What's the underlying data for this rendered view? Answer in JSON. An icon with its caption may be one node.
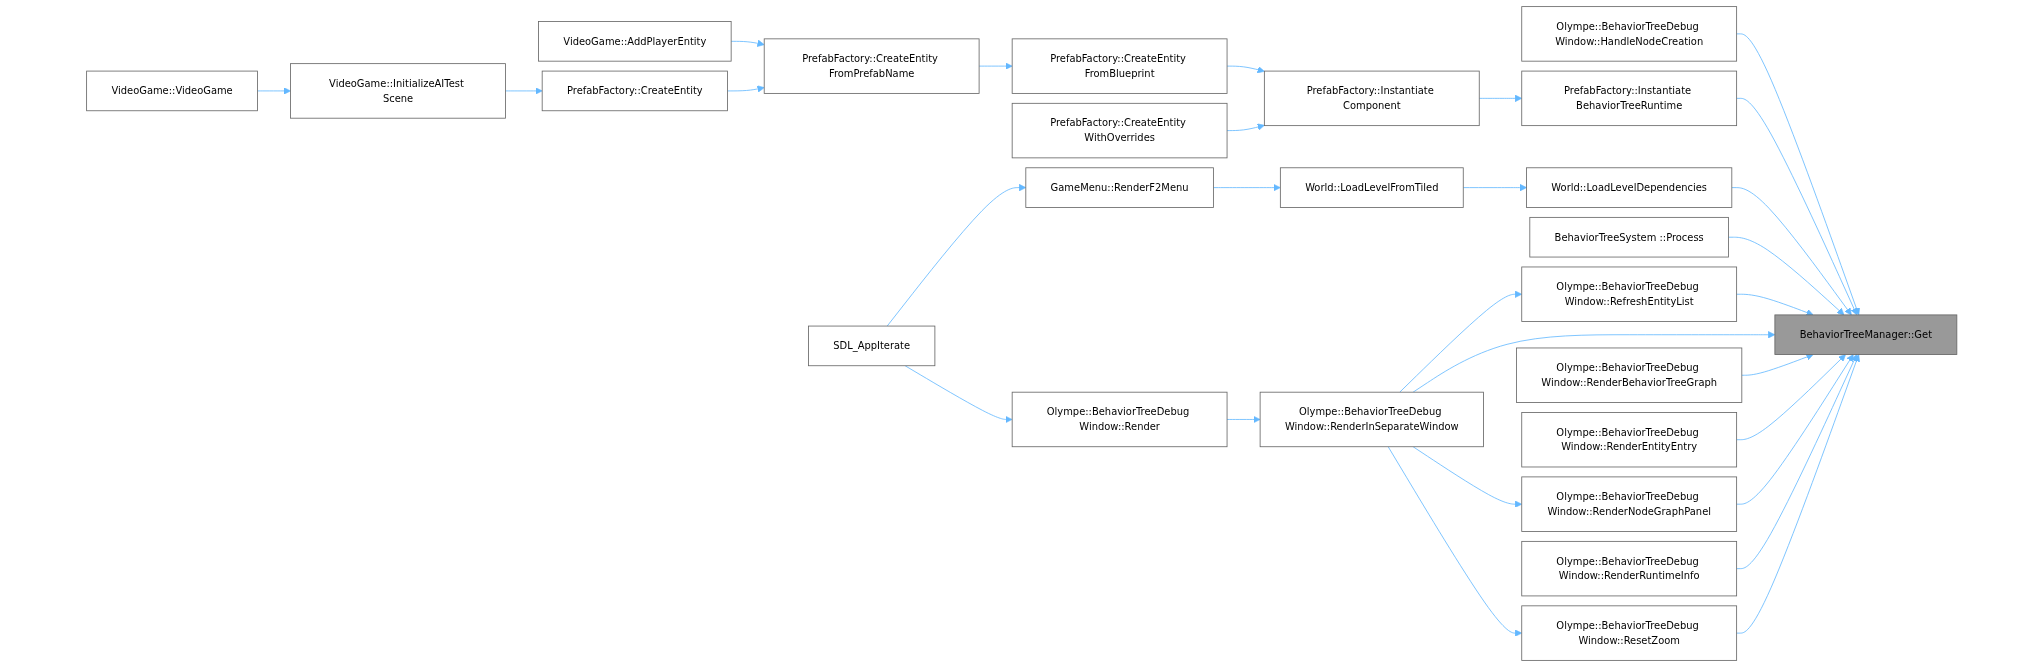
{
  "diagram": {
    "nodes": [
      {
        "text": [
          "BehaviorTreeManager::Get"
        ]
      },
      {
        "text": [
          "Olympe::BehaviorTreeDebug Window::HandleNodeCreation"
        ]
      },
      {
        "text": [
          "PrefabFactory::Instantiate BehaviorTreeRuntime"
        ]
      },
      {
        "text": [
          "World::LoadLevelDependencies"
        ]
      },
      {
        "text": [
          "BehaviorTreeSystem ::Process"
        ]
      },
      {
        "text": [
          "Olympe::BehaviorTreeDebug Window::RefreshEntityList"
        ]
      },
      {
        "text": [
          "Olympe::BehaviorTreeDebug Window::RenderInSeparateWindow"
        ]
      },
      {
        "text": [
          "Olympe::BehaviorTreeDebug Window::RenderBehaviorTreeGraph"
        ]
      },
      {
        "text": [
          "Olympe::BehaviorTreeDebug Window::RenderEntityEntry"
        ]
      },
      {
        "text": [
          "Olympe::BehaviorTreeDebug Window::RenderNodeGraphPanel"
        ]
      },
      {
        "text": [
          "Olympe::BehaviorTreeDebug Window::RenderRuntimeInfo"
        ]
      },
      {
        "text": [
          "Olympe::BehaviorTreeDebug Window::ResetZoom"
        ]
      },
      {
        "text": [
          "PrefabFactory::Instantiate Component"
        ]
      },
      {
        "text": [
          "World::LoadLevelFromTiled"
        ]
      },
      {
        "text": [
          "PrefabFactory::CreateEntity FromBlueprint"
        ]
      },
      {
        "text": [
          "PrefabFactory::CreateEntity WithOverrides"
        ]
      },
      {
        "text": [
          "GameMenu::RenderF2Menu"
        ]
      },
      {
        "text": [
          "Olympe::BehaviorTreeDebug Window::Render"
        ]
      },
      {
        "text": [
          "PrefabFactory::CreateEntity FromPrefabName"
        ]
      },
      {
        "text": [
          "SDL_AppIterate"
        ]
      },
      {
        "text": [
          "VideoGame::AddPlayerEntity"
        ]
      },
      {
        "text": [
          "PrefabFactory::CreateEntity"
        ]
      },
      {
        "text": [
          "VideoGame::InitializeAITest Scene"
        ]
      },
      {
        "text": [
          "VideoGame::VideoGame"
        ]
      }
    ],
    "edges": [
      {
        "from": 23,
        "to": 22,
        "arrow": "to"
      },
      {
        "from": 22,
        "to": 21,
        "arrow": "to"
      },
      {
        "from": 20,
        "to": 18,
        "arrow": "to"
      },
      {
        "from": 21,
        "to": 18,
        "arrow": "to"
      },
      {
        "from": 18,
        "to": 14,
        "arrow": "to"
      },
      {
        "from": 14,
        "to": 12,
        "arrow": "to"
      },
      {
        "from": 15,
        "to": 12,
        "arrow": "to"
      },
      {
        "from": 12,
        "to": 2,
        "arrow": "to"
      },
      {
        "from": 19,
        "to": 16,
        "arrow": "to"
      },
      {
        "from": 19,
        "to": 17,
        "arrow": "to"
      },
      {
        "from": 16,
        "to": 13,
        "arrow": "to"
      },
      {
        "from": 13,
        "to": 3,
        "arrow": "to"
      },
      {
        "from": 17,
        "to": 6,
        "arrow": "to"
      },
      {
        "from": 6,
        "to": 5,
        "arrow": "to"
      },
      {
        "from": 6,
        "to": 9,
        "arrow": "to"
      },
      {
        "from": 6,
        "to": 11,
        "arrow": "to"
      },
      {
        "from": 1,
        "to": 0,
        "arrow": "to"
      },
      {
        "from": 2,
        "to": 0,
        "arrow": "to"
      },
      {
        "from": 3,
        "to": 0,
        "arrow": "to"
      },
      {
        "from": 4,
        "to": 0,
        "arrow": "to"
      },
      {
        "from": 5,
        "to": 0,
        "arrow": "to"
      },
      {
        "from": 6,
        "to": 0,
        "arrow": "to"
      },
      {
        "from": 7,
        "to": 0,
        "arrow": "to"
      },
      {
        "from": 8,
        "to": 0,
        "arrow": "to"
      },
      {
        "from": 9,
        "to": 0,
        "arrow": "to"
      },
      {
        "from": 10,
        "to": 0,
        "arrow": "to"
      },
      {
        "from": 11,
        "to": 0,
        "arrow": "to"
      }
    ]
  }
}
